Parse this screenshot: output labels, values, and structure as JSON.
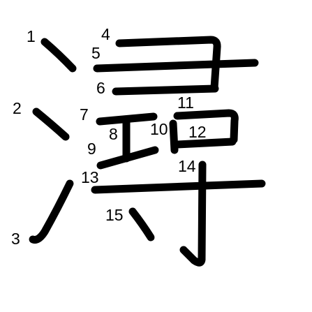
{
  "character": "潯",
  "stroke_color": "#000000",
  "background_color": "#ffffff",
  "stroke_numbers": [
    "1",
    "2",
    "3",
    "4",
    "5",
    "6",
    "7",
    "8",
    "9",
    "10",
    "11",
    "12",
    "13",
    "14",
    "15"
  ]
}
